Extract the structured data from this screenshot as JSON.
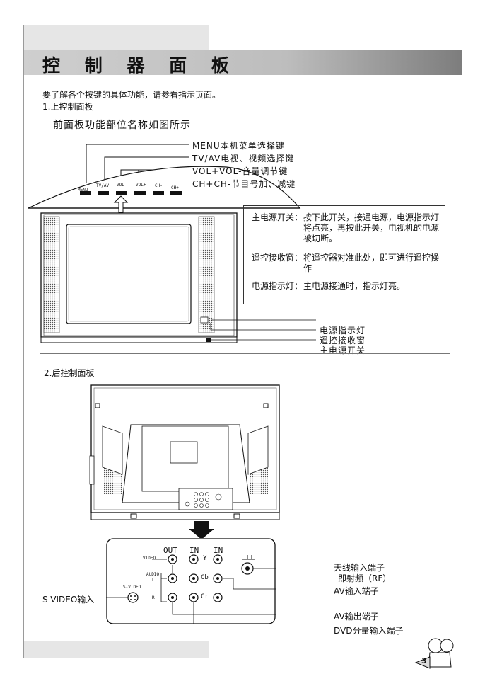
{
  "page": {
    "title": "控 制 器 面 板",
    "intro": "要了解各个按键的具体功能，请参看指示页面。",
    "section1": "1.上控制面板",
    "section1_sub": "前面板功能部位名称如图所示",
    "section2": "2.后控制面板",
    "page_number": "3"
  },
  "top_panel": {
    "callouts": [
      "MENU本机菜单选择键",
      "TV/AV电视、视频选择键",
      "VOL+VOL-音量调节键",
      "CH+CH-节目号加、减键"
    ],
    "button_labels": [
      "MENU",
      "TV/AV",
      "VOL-",
      "VOL+",
      "CH-",
      "CH+"
    ]
  },
  "info_box": [
    {
      "key": "主电源开关：",
      "value": "按下此开关，接通电源，电源指示灯将点亮，再按此开关，电视机的电源被切断。"
    },
    {
      "key": "遥控接收窗：",
      "value": "将遥控器对准此处，即可进行遥控操作"
    },
    {
      "key": "电源指示灯：",
      "value": "主电源接通时，指示灯亮。"
    }
  ],
  "front_callouts": [
    "电源指示灯",
    "遥控接收窗",
    "主电源开关"
  ],
  "rear_panel": {
    "col_headers": [
      "OUT",
      "IN",
      "IN"
    ],
    "row_labels": {
      "video": "VIDEO",
      "audio": "AUDIO",
      "l": "L",
      "r": "R",
      "y": "Y",
      "cb": "Cb",
      "cr": "Cr",
      "svideo": "S-VIDEO"
    },
    "callouts": {
      "antenna": "天线输入端子",
      "antenna_sub": "即射频（RF）",
      "av_in": "AV输入端子",
      "av_out": "AV输出端子",
      "dvd_in": "DVD分量输入端子",
      "svideo_in": "S-VIDEO输入"
    }
  }
}
